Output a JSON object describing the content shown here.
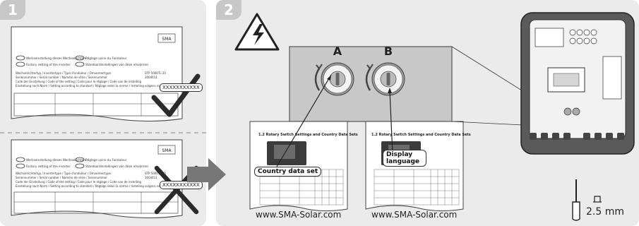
{
  "step1": {
    "number": "1"
  },
  "step2": {
    "number": "2"
  },
  "label_top": {
    "logo": "SMA",
    "options": [
      "Werkseinstellung dieses Wechselrichters",
      "Réglage usine du Fonduleur",
      "Factory setting of the inverter",
      "Standaardinstellingen van deze omvormer"
    ],
    "lines": [
      "Wechselrichtertyp / Invertertype / Type d'onduleur / Omvormertype",
      "Seriennummer / Serial number / Numéro de série / Serienummer",
      "Code der Einstellung / Code of the setting / Code pour le réglage / Code van de instelling",
      "Einstellung nach Norm / Setting according to standard / Réglage selon la norme / Instelling volgens norm"
    ],
    "model": "STP 5000TL-20",
    "code": "3004411",
    "serial": "XXXXXXXXXXX"
  },
  "label_bottom": {
    "logo": "SMA",
    "serial": "XXXXXXXXXXX"
  },
  "switch_a": {
    "letter": "A"
  },
  "switch_b": {
    "letter": "B"
  },
  "manual_1": {
    "title": "1.2 Rotary Switch Settings and Country Data Sets",
    "callout": "Country data set",
    "url": "www.SMA-Solar.com"
  },
  "manual_2": {
    "title": "1.2 Rotary Switch Settings and Country Data Sets",
    "callout": "Display language",
    "url": "www.SMA-Solar.com"
  },
  "tool": {
    "size": "2.5 mm"
  },
  "colors": {
    "panel": "#ebebeb",
    "badge": "#c7c7c7",
    "arrow": "#777777",
    "dark": "#333333"
  },
  "icons": [
    "high-voltage-warning-icon",
    "checkmark-icon",
    "cross-icon",
    "screwdriver-icon",
    "right-arrow-icon"
  ]
}
